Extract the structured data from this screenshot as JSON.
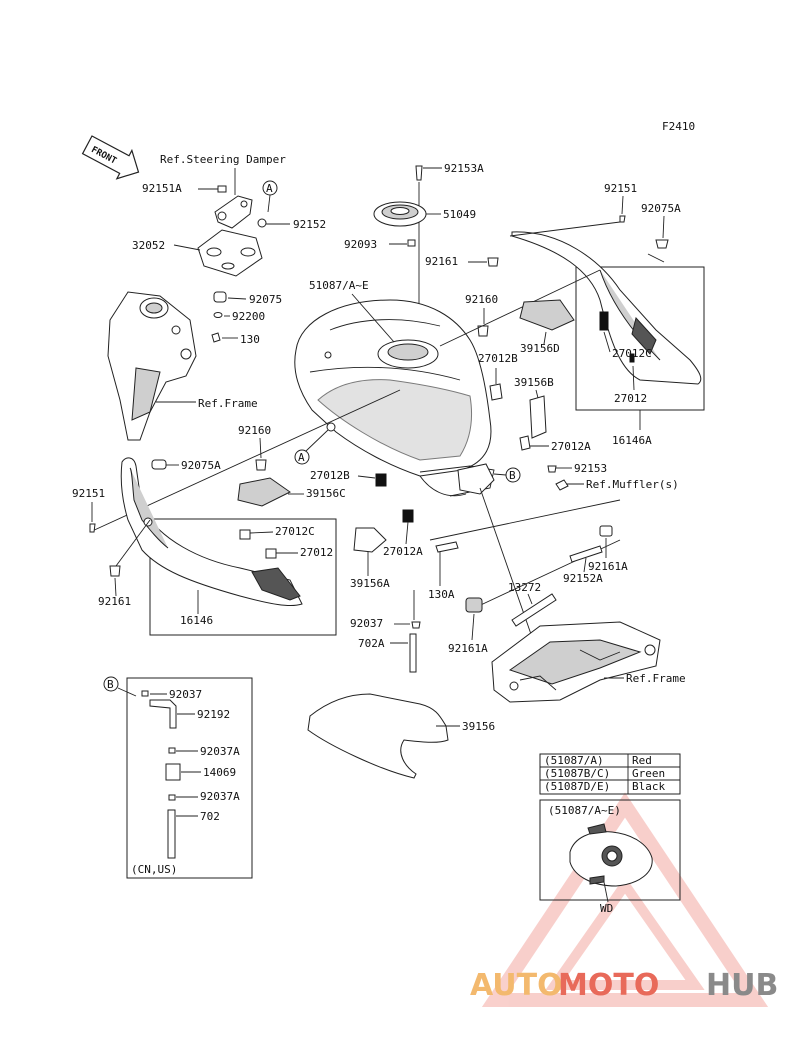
{
  "figure_code": "F2410",
  "front_label": "FRONT",
  "labels": {
    "ref_steering": "Ref.Steering Damper",
    "ref_frame_left": "Ref.Frame",
    "ref_frame_right": "Ref.Frame",
    "ref_muffler": "Ref.Muffler(s)",
    "p92151A": "92151A",
    "p92152": "92152",
    "p32052": "32052",
    "p92075": "92075",
    "p92200": "92200",
    "p130": "130",
    "p92153A": "92153A",
    "p51049": "51049",
    "p92093": "92093",
    "p51087": "51087/A~E",
    "p92161_top": "92161",
    "p92151_right": "92151",
    "p92075A_right": "92075A",
    "p92160_right": "92160",
    "p39156D": "39156D",
    "p27012B_top": "27012B",
    "p27012C_right": "27012C",
    "p39156B": "39156B",
    "p27012_right": "27012",
    "p27012A_right": "27012A",
    "p16146A": "16146A",
    "p92160_left": "92160",
    "p92075A_left": "92075A",
    "p27012B_mid": "27012B",
    "p39156C": "39156C",
    "p92151_left": "92151",
    "p27012C_left": "27012C",
    "p27012_left": "27012",
    "p92161_left": "92161",
    "p16146": "16146",
    "p39156A": "39156A",
    "p27012A_mid": "27012A",
    "p130A": "130A",
    "p92153": "92153",
    "p92161A_a": "92161A",
    "p92152A": "92152A",
    "p13272": "13272",
    "p92037": "92037",
    "p702A": "702A",
    "p92161A_b": "92161A",
    "p39156": "39156",
    "circle_A1": "A",
    "circle_A2": "A",
    "circle_B1": "B",
    "circle_B2": "B"
  },
  "inset_b": {
    "items": [
      "92037",
      "92192",
      "92037A",
      "14069",
      "92037A",
      "702"
    ],
    "note": "(CN,US)"
  },
  "color_table": {
    "rows": [
      {
        "code": "(51087/A)",
        "color": "Red"
      },
      {
        "code": "(51087B/C)",
        "color": "Green"
      },
      {
        "code": "(51087D/E)",
        "color": "Black"
      }
    ],
    "detail_title": "(51087/A~E)",
    "detail_label": "WD"
  },
  "watermark": {
    "part1": "AUTO",
    "part2": "MOTO",
    "part3": "HUB",
    "colors": {
      "auto": "#f3b96e",
      "moto": "#e86a5a",
      "hub": "#8a8a8a",
      "triangle": "#f4a9a2"
    }
  }
}
